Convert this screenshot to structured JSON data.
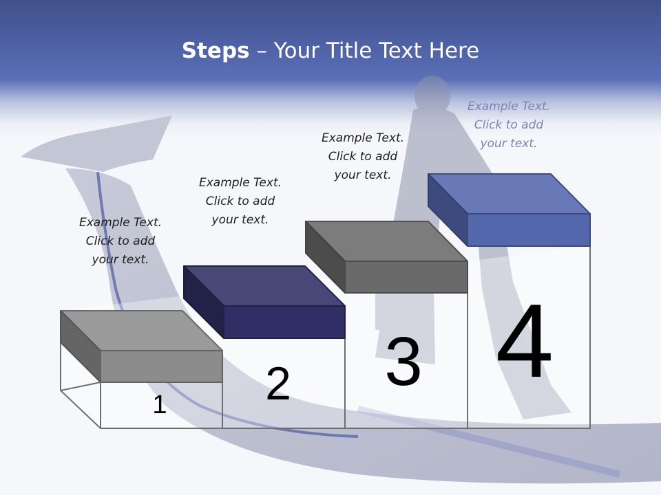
{
  "slide": {
    "title_bold": "Steps",
    "title_rest": " – Your Title Text Here"
  },
  "steps": [
    {
      "number": "1",
      "caption": [
        "Example Text.",
        "Click  to add",
        "your text."
      ],
      "color": "#8c8c8c"
    },
    {
      "number": "2",
      "caption": [
        "Example Text.",
        "Click  to add",
        "your text."
      ],
      "color": "#2f2f65"
    },
    {
      "number": "3",
      "caption": [
        "Example Text.",
        "Click  to add",
        "your text."
      ],
      "color": "#6a6a6a"
    },
    {
      "number": "4",
      "caption": [
        "Example Text.",
        "Click  to add",
        "your text."
      ],
      "color": "#5467ad"
    }
  ],
  "colors": {
    "header": "#4f62a6",
    "caption_faded": "#7a84b8"
  }
}
